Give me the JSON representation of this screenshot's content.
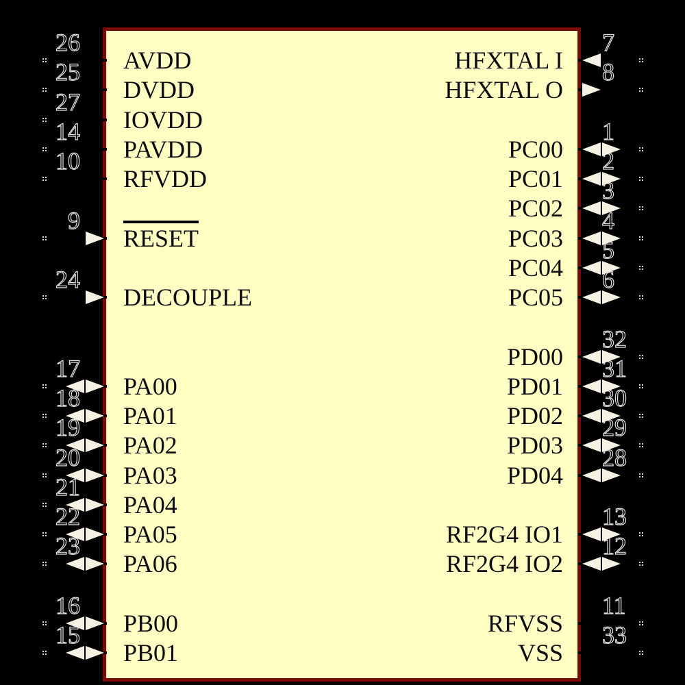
{
  "colors": {
    "background": "#000000",
    "body_fill": "#FFFFC4",
    "body_border": "#7A0A06",
    "pin_label": "#0D0D0D",
    "arrow": "#F6F2E3",
    "pin_number_outline": "#E0E0E0",
    "grid_dots": "#D8D8D8"
  },
  "component": {
    "left_pins": [
      {
        "number": "26",
        "name": "AVDD",
        "row": 0,
        "direction": "power"
      },
      {
        "number": "25",
        "name": "DVDD",
        "row": 1,
        "direction": "power"
      },
      {
        "number": "27",
        "name": "IOVDD",
        "row": 2,
        "direction": "power"
      },
      {
        "number": "14",
        "name": "PAVDD",
        "row": 3,
        "direction": "power"
      },
      {
        "number": "10",
        "name": "RFVDD",
        "row": 4,
        "direction": "power"
      },
      {
        "number": "9",
        "name": "RESET",
        "row": 6,
        "direction": "input",
        "overline": true
      },
      {
        "number": "24",
        "name": "DECOUPLE",
        "row": 8,
        "direction": "input"
      },
      {
        "number": "17",
        "name": "PA00",
        "row": 11,
        "direction": "bidirectional"
      },
      {
        "number": "18",
        "name": "PA01",
        "row": 12,
        "direction": "bidirectional"
      },
      {
        "number": "19",
        "name": "PA02",
        "row": 13,
        "direction": "bidirectional"
      },
      {
        "number": "20",
        "name": "PA03",
        "row": 14,
        "direction": "bidirectional"
      },
      {
        "number": "21",
        "name": "PA04",
        "row": 15,
        "direction": "bidirectional"
      },
      {
        "number": "22",
        "name": "PA05",
        "row": 16,
        "direction": "bidirectional"
      },
      {
        "number": "23",
        "name": "PA06",
        "row": 17,
        "direction": "bidirectional"
      },
      {
        "number": "16",
        "name": "PB00",
        "row": 19,
        "direction": "bidirectional"
      },
      {
        "number": "15",
        "name": "PB01",
        "row": 20,
        "direction": "bidirectional"
      }
    ],
    "right_pins": [
      {
        "number": "7",
        "name": "HFXTAL I",
        "row": 0,
        "direction": "input"
      },
      {
        "number": "8",
        "name": "HFXTAL O",
        "row": 1,
        "direction": "output"
      },
      {
        "number": "1",
        "name": "PC00",
        "row": 3,
        "direction": "bidirectional"
      },
      {
        "number": "2",
        "name": "PC01",
        "row": 4,
        "direction": "bidirectional"
      },
      {
        "number": "3",
        "name": "PC02",
        "row": 5,
        "direction": "bidirectional"
      },
      {
        "number": "4",
        "name": "PC03",
        "row": 6,
        "direction": "bidirectional"
      },
      {
        "number": "5",
        "name": "PC04",
        "row": 7,
        "direction": "bidirectional"
      },
      {
        "number": "6",
        "name": "PC05",
        "row": 8,
        "direction": "bidirectional"
      },
      {
        "number": "32",
        "name": "PD00",
        "row": 10,
        "direction": "bidirectional"
      },
      {
        "number": "31",
        "name": "PD01",
        "row": 11,
        "direction": "bidirectional"
      },
      {
        "number": "30",
        "name": "PD02",
        "row": 12,
        "direction": "bidirectional"
      },
      {
        "number": "29",
        "name": "PD03",
        "row": 13,
        "direction": "bidirectional"
      },
      {
        "number": "28",
        "name": "PD04",
        "row": 14,
        "direction": "bidirectional"
      },
      {
        "number": "13",
        "name": "RF2G4 IO1",
        "row": 16,
        "direction": "bidirectional"
      },
      {
        "number": "12",
        "name": "RF2G4 IO2",
        "row": 17,
        "direction": "bidirectional"
      },
      {
        "number": "11",
        "name": "RFVSS",
        "row": 19,
        "direction": "power"
      },
      {
        "number": "33",
        "name": "VSS",
        "row": 20,
        "direction": "power"
      }
    ]
  }
}
